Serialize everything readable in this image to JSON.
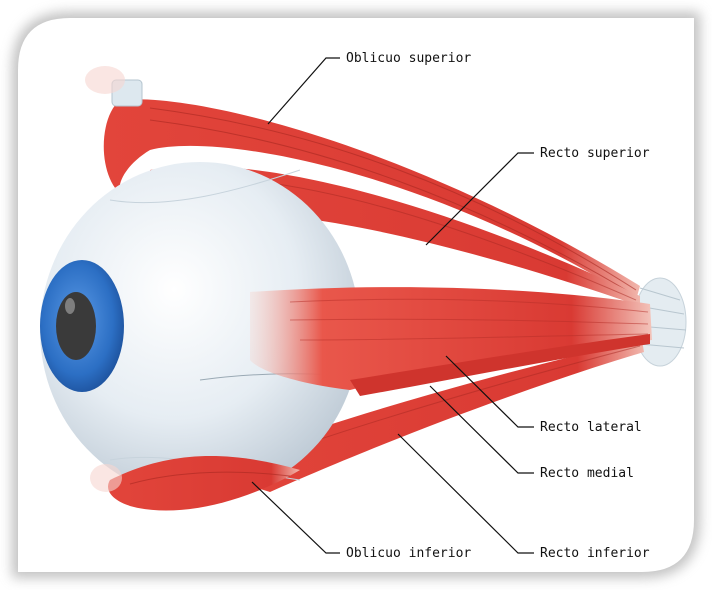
{
  "labels": {
    "oblicuo_superior": "Oblicuo superior",
    "recto_superior": "Recto superior",
    "recto_lateral": "Recto lateral",
    "recto_medial": "Recto medial",
    "oblicuo_inferior": "Oblicuo inferior",
    "recto_inferior": "Recto inferior"
  },
  "colors": {
    "muscle": "#d93a33",
    "muscle_light": "#f08a7c",
    "sclera": "#e9eef3",
    "iris": "#2c6fc4",
    "pupil": "#3a3a3a",
    "tendon": "#dfe8ee",
    "frame_shadow": "#b9b9b9",
    "leader_line": "#111111"
  }
}
